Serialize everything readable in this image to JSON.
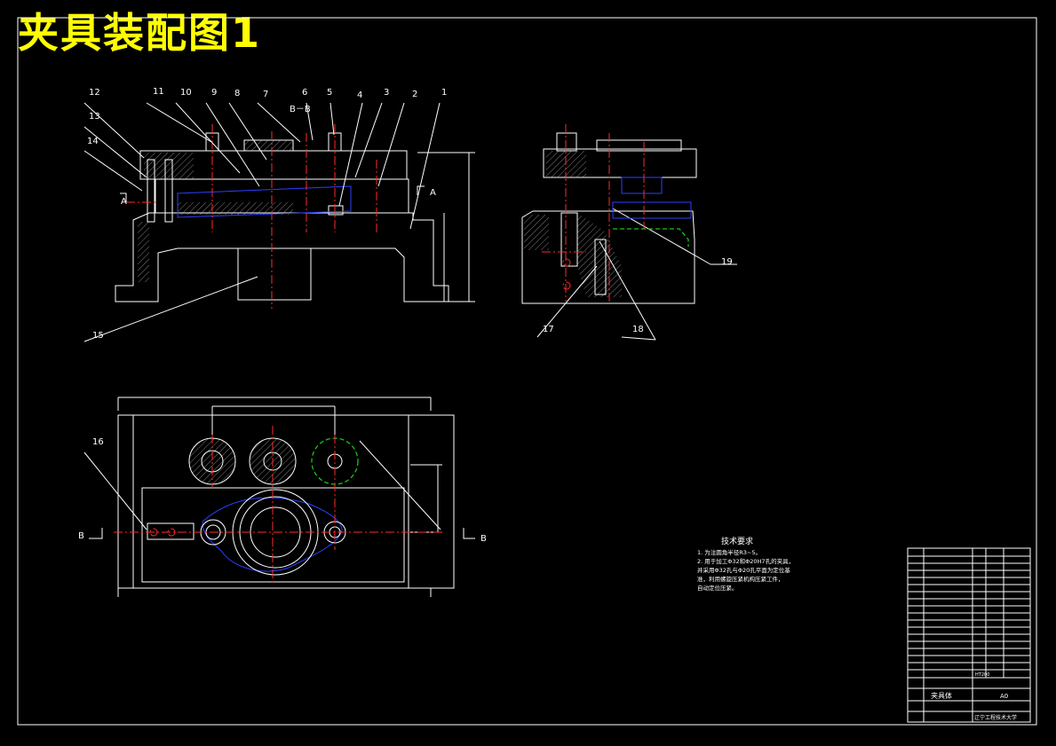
{
  "title": "夹具装配图1",
  "views": {
    "section_label": "B－B",
    "section_marks": [
      "A",
      "A",
      "B",
      "B"
    ]
  },
  "callouts": [
    "1",
    "2",
    "3",
    "4",
    "5",
    "6",
    "7",
    "8",
    "9",
    "10",
    "11",
    "12",
    "13",
    "14",
    "15",
    "16",
    "17",
    "18",
    "19"
  ],
  "tech_requirements": {
    "title": "技术要求",
    "lines": [
      "1. 为注圆角半径R3~5。",
      "2. 用于加工Φ32和Φ20H7孔的夹具，并采用Φ32孔与Φ20孔平面为定位基准，利用螺旋压紧机构压紧工件，",
      "自动定位压紧。"
    ]
  },
  "title_block": {
    "part_name": "夹具体",
    "scale_label": "A0",
    "material": "HT200",
    "school": "辽宁工程技术大学"
  }
}
